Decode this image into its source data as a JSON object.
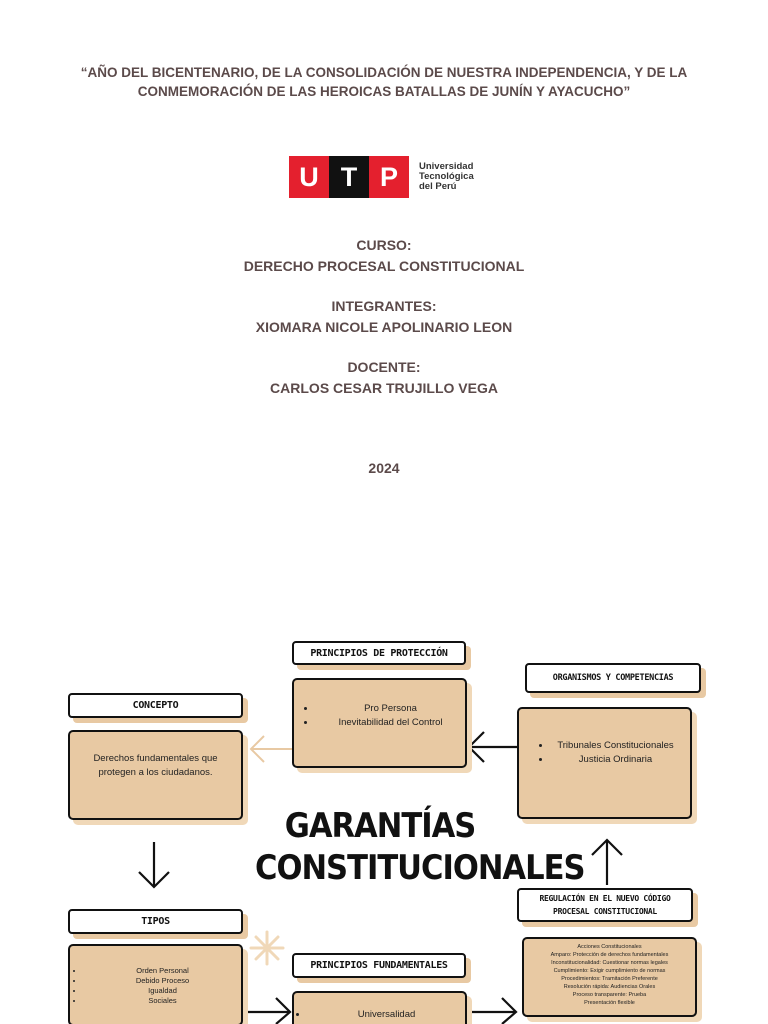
{
  "cover": {
    "motto": "“AÑO DEL BICENTENARIO, DE LA CONSOLIDACIÓN DE NUESTRA INDEPENDENCIA, Y DE LA CONMEMORACIÓN DE LAS HEROICAS BATALLAS DE JUNÍN Y AYACUCHO”",
    "logo": {
      "letters": [
        "U",
        "T",
        "P"
      ],
      "text_line1": "Universidad",
      "text_line2": "Tecnológica",
      "text_line3": "del Perú"
    },
    "course_label": "CURSO:",
    "course": "DERECHO PROCESAL CONSTITUCIONAL",
    "members_label": "INTEGRANTES:",
    "members": "XIOMARA NICOLE APOLINARIO LEON",
    "teacher_label": "DOCENTE:",
    "teacher": "CARLOS CESAR TRUJILLO VEGA",
    "year": "2024"
  },
  "map": {
    "title_line1": "GARANTÍAS",
    "title_line2": "CONSTITUCIONALES",
    "principios_proteccion": {
      "label": "PRINCIPIOS DE PROTECCIÓN",
      "items": [
        "Pro Persona",
        "Inevitabilidad del Control"
      ]
    },
    "organismos": {
      "label": "ORGANISMOS Y COMPETENCIAS",
      "items": [
        "Tribunales Constitucionales",
        "Justicia Ordinaria"
      ]
    },
    "concepto": {
      "label": "CONCEPTO",
      "text": "Derechos fundamentales que protegen a los ciudadanos."
    },
    "tipos": {
      "label": "TIPOS",
      "items": [
        "Orden Personal",
        "Debido Proceso",
        "Igualdad",
        "Sociales"
      ]
    },
    "principios_fundamentales": {
      "label": "PRINCIPIOS FUNDAMENTALES",
      "items": [
        "Universalidad"
      ]
    },
    "regulacion": {
      "label": "REGULACIÓN EN EL NUEVO CÓDIGO PROCESAL CONSTITUCIONAL",
      "items": [
        "Acciones Constitucionales",
        "Amparo: Protección de derechos fundamentales",
        "Inconstitucionalidad: Cuestionar normas legales",
        "Cumplimiento: Exigir cumplimiento de normas",
        "Procedimientos: Tramitación Preferente",
        "Resolución rápida: Audiencias Orales",
        "Proceso transparente: Prueba",
        "Presentación flexible"
      ]
    },
    "colors": {
      "card": "#e8c9a3",
      "shadow": "#f0d8b8",
      "ink": "#111111"
    }
  }
}
